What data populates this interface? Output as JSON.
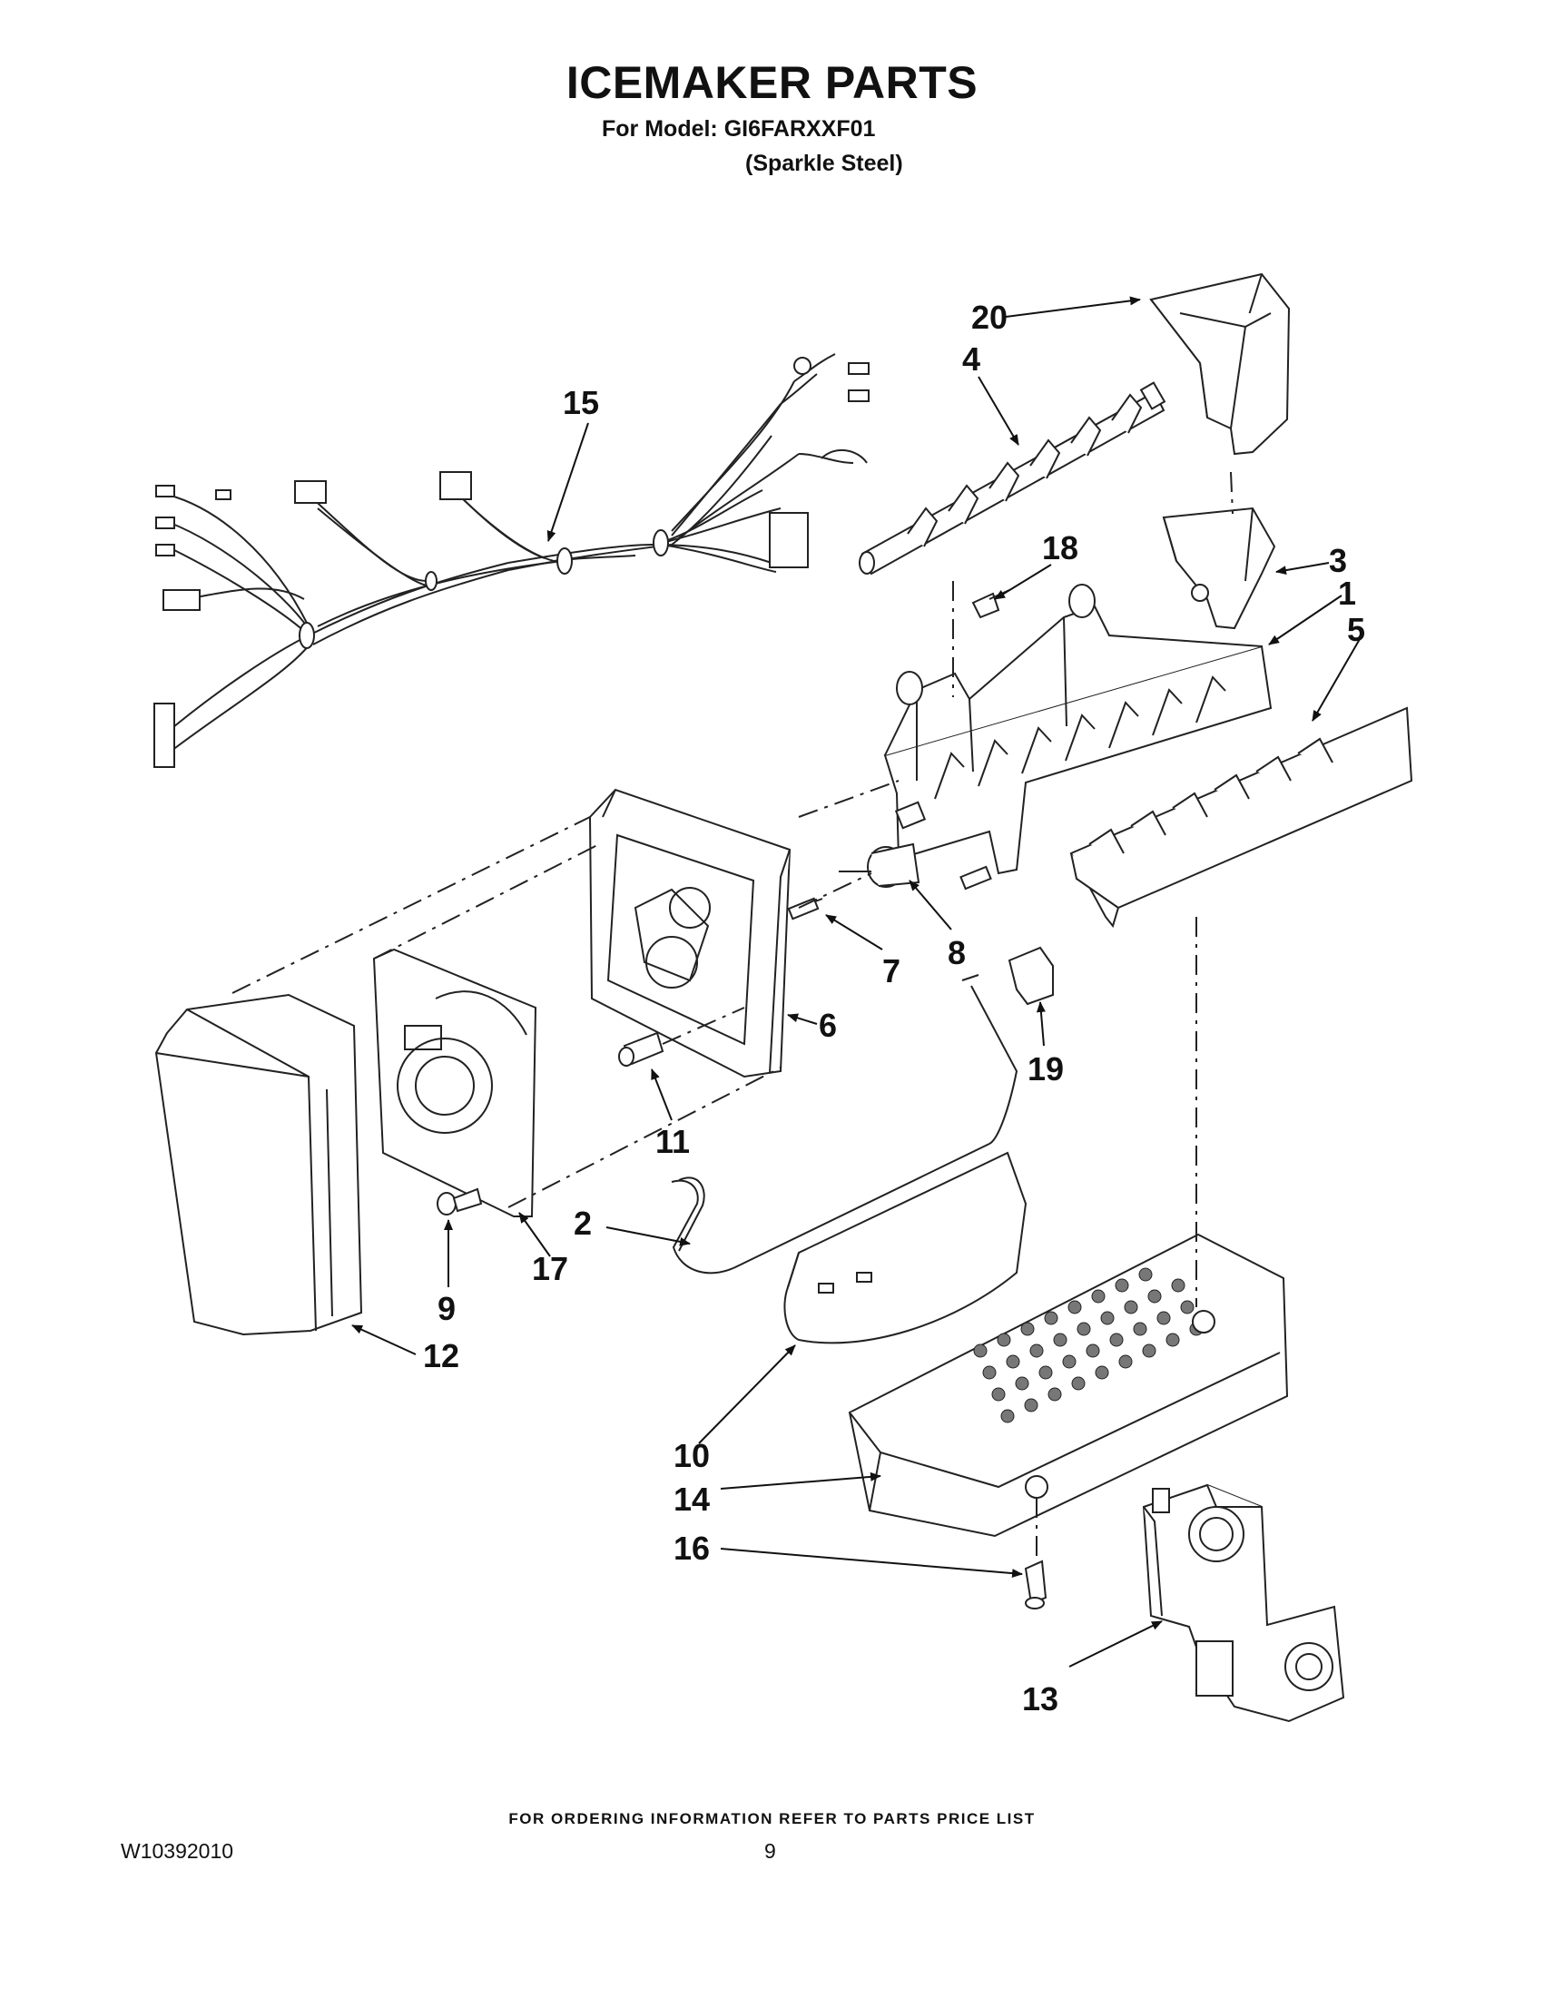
{
  "header": {
    "title": "ICEMAKER PARTS",
    "model_line": "For Model: GI6FARXXF01",
    "variant_line": "(Sparkle Steel)"
  },
  "callouts": {
    "c1": "1",
    "c2": "2",
    "c3": "3",
    "c4": "4",
    "c5": "5",
    "c6": "6",
    "c7": "7",
    "c8": "8",
    "c9": "9",
    "c10": "10",
    "c11": "11",
    "c12": "12",
    "c13": "13",
    "c14": "14",
    "c15": "15",
    "c16": "16",
    "c17": "17",
    "c18": "18",
    "c19": "19",
    "c20": "20"
  },
  "footer": {
    "ordering_note": "FOR ORDERING INFORMATION REFER TO PARTS PRICE LIST",
    "doc_number": "W10392010",
    "page_number": "9"
  }
}
